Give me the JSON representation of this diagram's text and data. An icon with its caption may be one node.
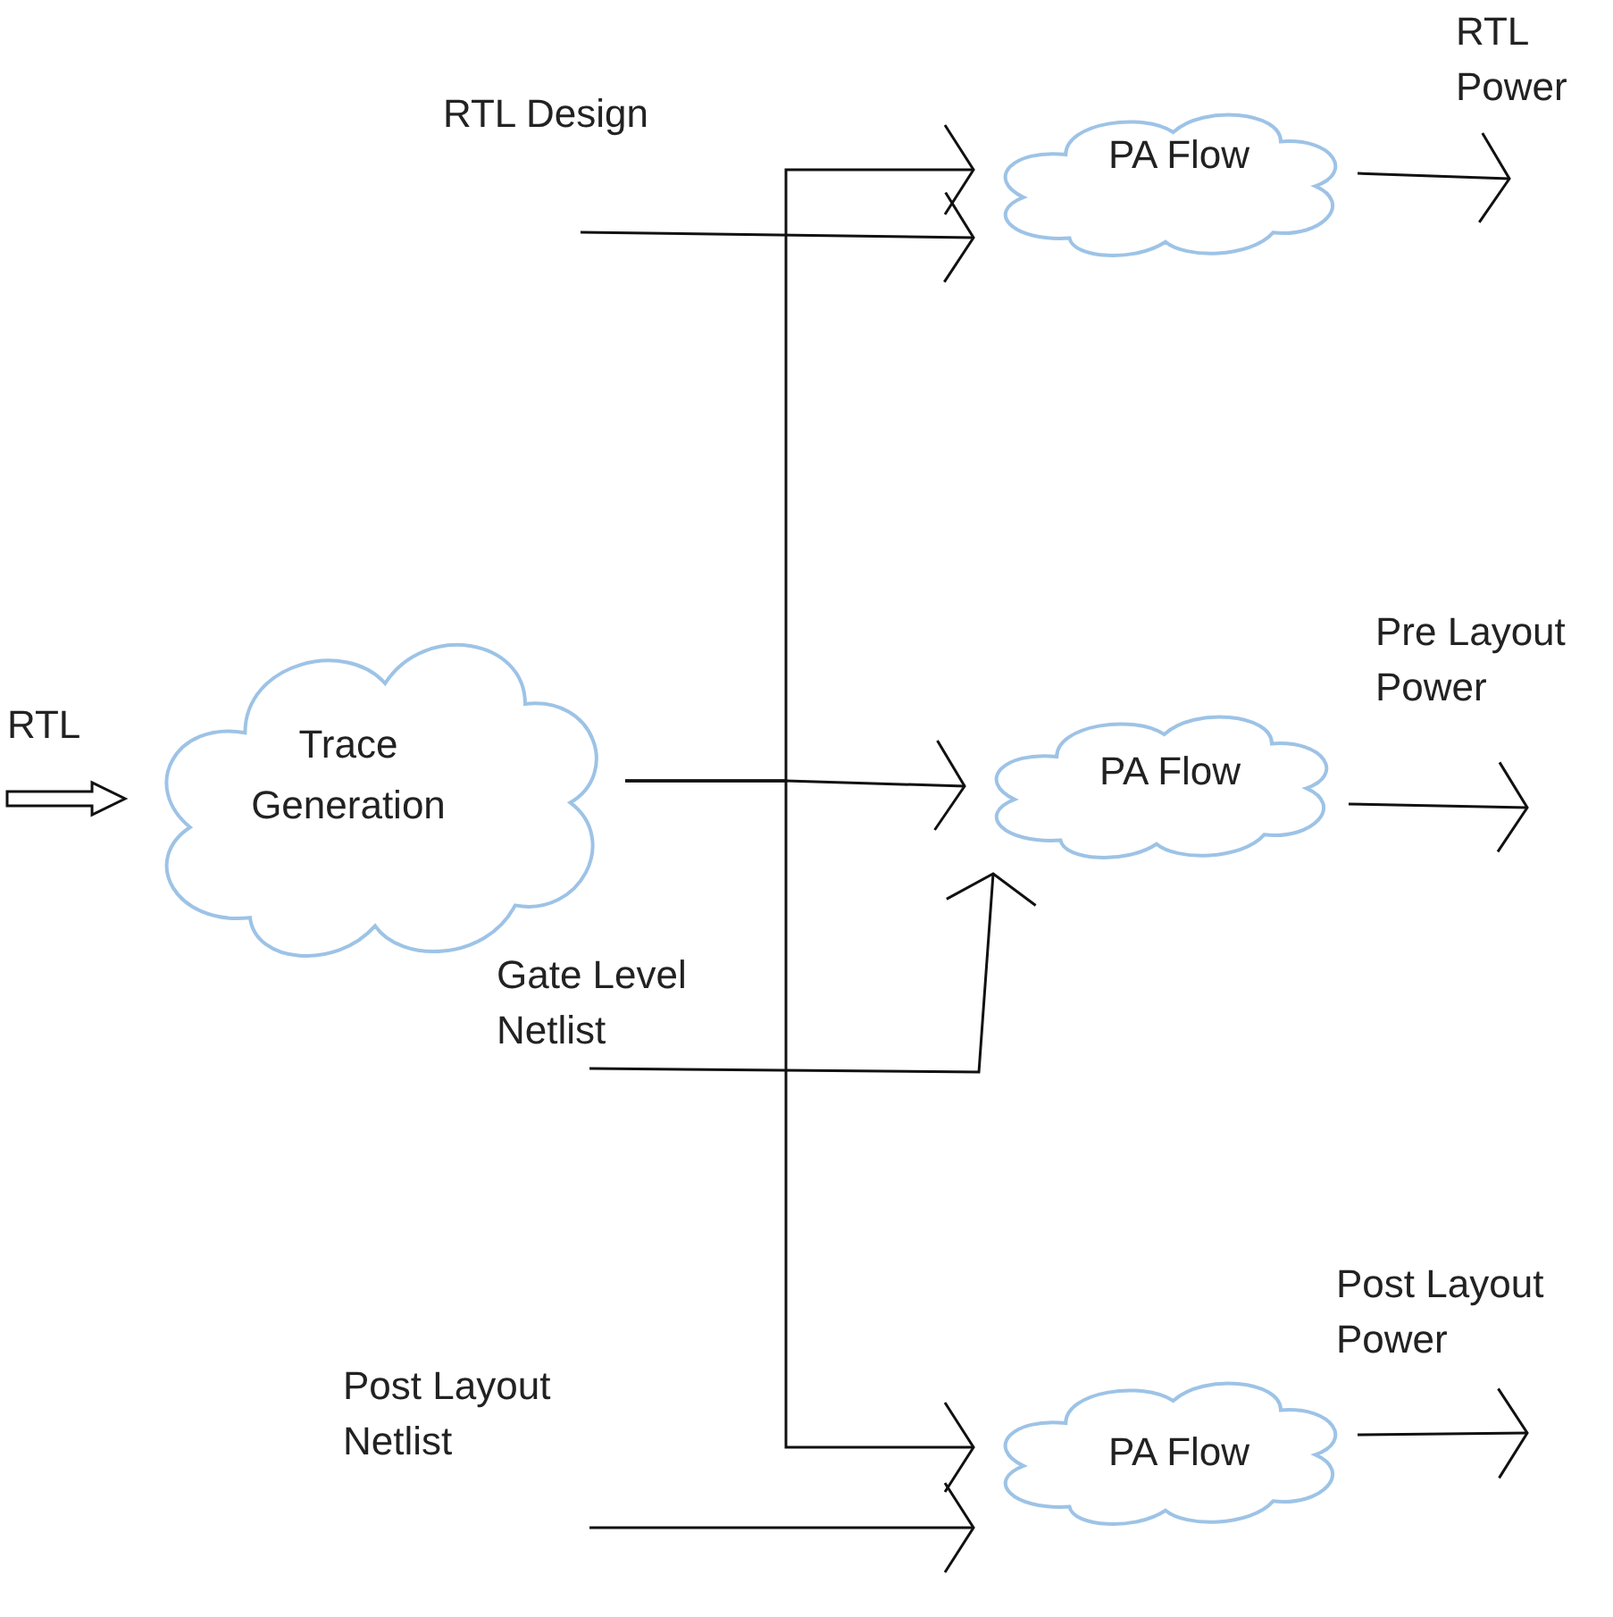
{
  "diagram": {
    "nodes": [
      {
        "text": [
          "RTL"
        ]
      },
      {
        "text": [
          "Trace Generation"
        ]
      },
      {
        "text": [
          "RTL Design"
        ]
      },
      {
        "text": [
          "PA Flow"
        ]
      },
      {
        "text": [
          "RTL Power"
        ]
      },
      {
        "text": [
          "Pre Layout Power"
        ]
      },
      {
        "text": [
          "PA Flow"
        ]
      },
      {
        "text": [
          "Gate Level Netlist"
        ]
      },
      {
        "text": [
          "Post Layout Power"
        ]
      },
      {
        "text": [
          "Post Layout Netlist"
        ]
      },
      {
        "text": [
          "PA Flow"
        ]
      }
    ],
    "edges": [
      {
        "from": 0,
        "to": 1,
        "arrow": "to",
        "style": "thick"
      },
      {
        "from": 1,
        "to": 3,
        "arrow": "to"
      },
      {
        "from": 2,
        "to": 3,
        "arrow": "to"
      },
      {
        "from": 3,
        "to": 4,
        "arrow": "to"
      },
      {
        "from": 1,
        "to": 6,
        "arrow": "to"
      },
      {
        "from": 7,
        "to": 6,
        "arrow": "to"
      },
      {
        "from": 6,
        "to": 5,
        "arrow": "to"
      },
      {
        "from": 1,
        "to": 10,
        "arrow": "to"
      },
      {
        "from": 9,
        "to": 10,
        "arrow": "to"
      },
      {
        "from": 10,
        "to": 8,
        "arrow": "to"
      }
    ]
  }
}
